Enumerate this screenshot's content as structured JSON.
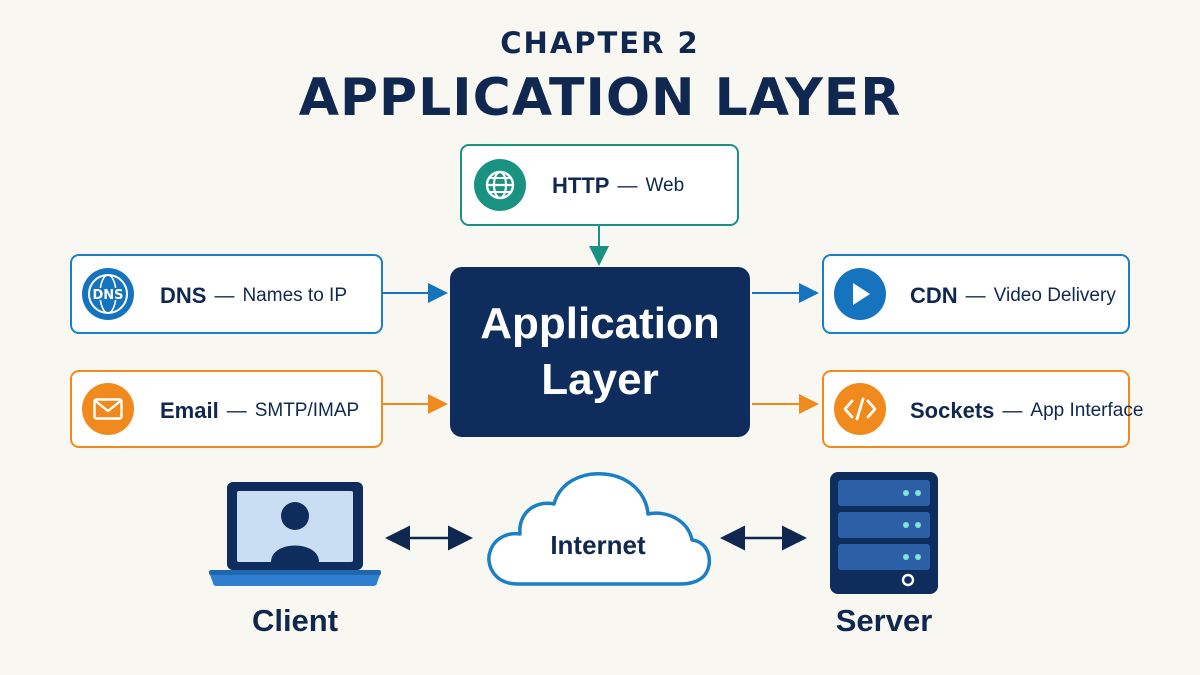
{
  "header": {
    "chapter": "CHAPTER 2",
    "title": "APPLICATION LAYER"
  },
  "center": {
    "line1": "Application",
    "line2": "Layer"
  },
  "boxes": {
    "http": {
      "main": "HTTP",
      "sep": "—",
      "sub": "Web",
      "icon": "globe-icon",
      "color": "#1a9282"
    },
    "dns": {
      "main": "DNS",
      "sep": "—",
      "sub": "Names to IP",
      "icon": "dns-icon",
      "badge_text": "DNS",
      "color": "#1673be"
    },
    "email": {
      "main": "Email",
      "sep": "—",
      "sub": "SMTP/IMAP",
      "icon": "envelope-icon",
      "color": "#f08a1c"
    },
    "cdn": {
      "main": "CDN",
      "sep": "—",
      "sub": "Video Delivery",
      "icon": "play-icon",
      "color": "#1673be"
    },
    "sockets": {
      "main": "Sockets",
      "sep": "—",
      "sub": "App Interface",
      "icon": "code-icon",
      "color": "#f08a1c"
    }
  },
  "network": {
    "client_label": "Client",
    "internet_label": "Internet",
    "server_label": "Server"
  },
  "colors": {
    "navy": "#0f2d5c",
    "blue": "#1673be",
    "teal": "#1a9282",
    "orange": "#f08a1c",
    "background": "#f8f7f2"
  }
}
